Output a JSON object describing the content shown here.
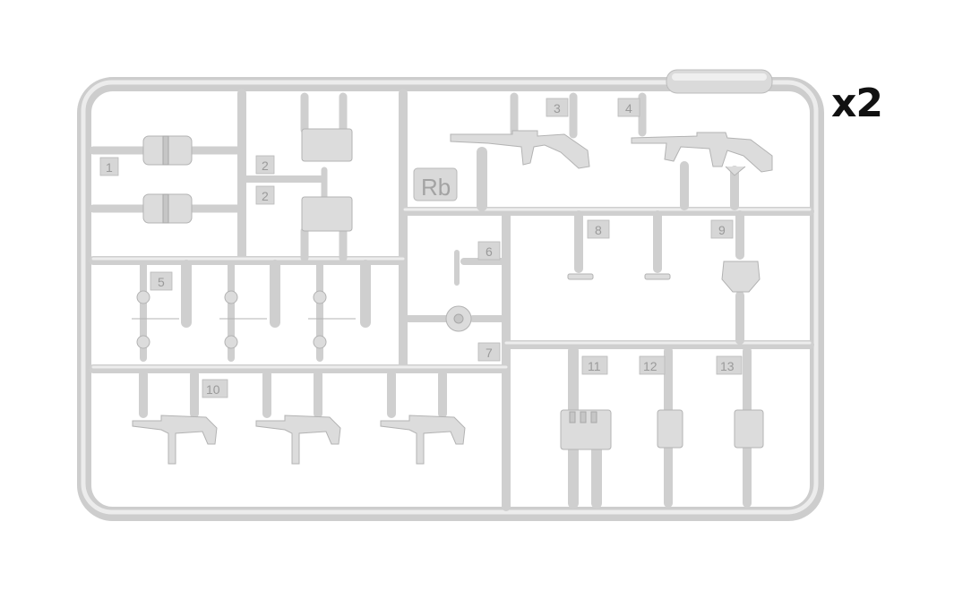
{
  "sprue": {
    "name": "Rb",
    "count": "x2",
    "part_numbers": [
      "1",
      "2",
      "2",
      "3",
      "4",
      "5",
      "6",
      "7",
      "8",
      "9",
      "10",
      "11",
      "12",
      "13"
    ]
  },
  "colors": {
    "plastic": "#d8d8d8",
    "plastic_shade": "#bdbdbd",
    "background": "#ffffff",
    "label": "#111111"
  }
}
